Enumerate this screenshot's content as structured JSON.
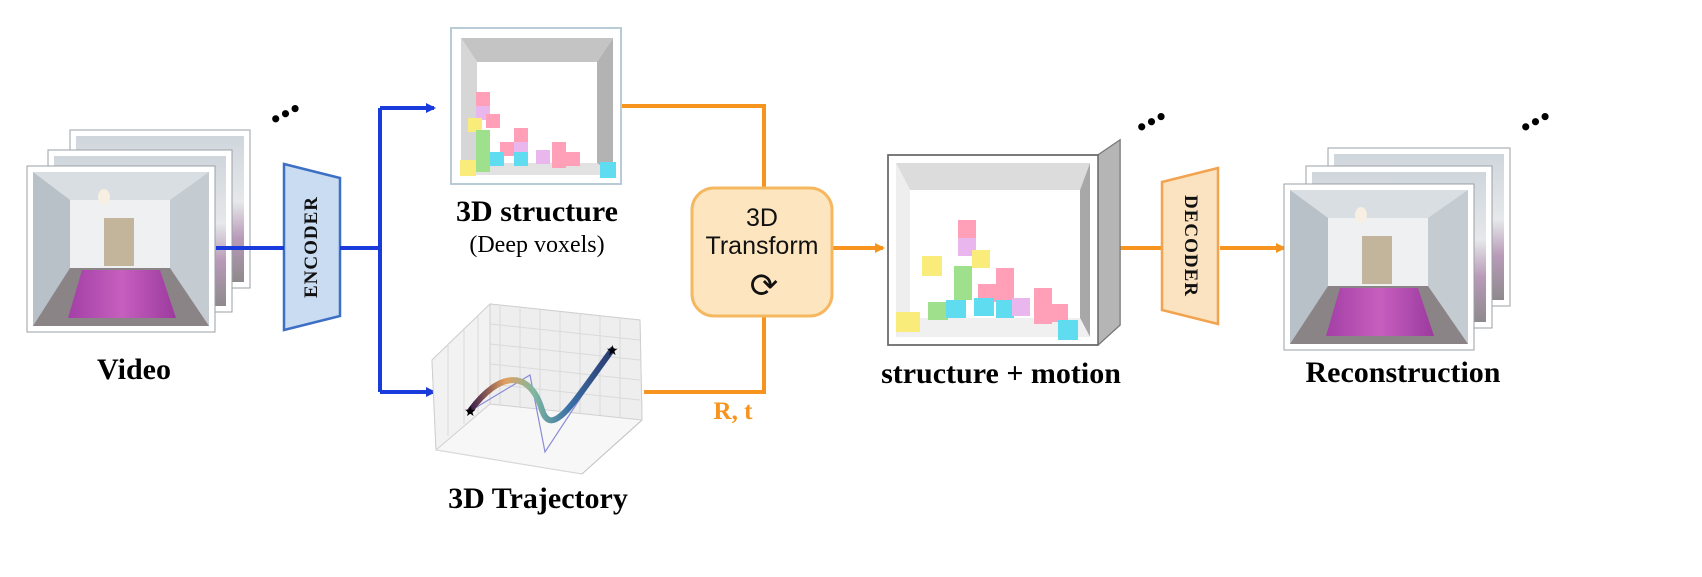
{
  "labels": {
    "video": "Video",
    "structure_title": "3D structure",
    "structure_sub": "(Deep voxels)",
    "trajectory": "3D Trajectory",
    "transform_line1": "3D",
    "transform_line2": "Transform",
    "transform_symbol": "⟳",
    "rt": "R, t",
    "structure_motion": "structure + motion",
    "reconstruction": "Reconstruction",
    "encoder": "ENCODER",
    "decoder": "DECODER",
    "ellipsis": "..."
  },
  "colors": {
    "encoder_arrows": "#1a3bdc",
    "pipeline_arrows": "#f7941d",
    "encoder_fill": "#c9dcf2",
    "encoder_stroke": "#3d6fc4",
    "decoder_fill": "#fbe3c2",
    "decoder_stroke": "#f2a34f",
    "transform_fill": "#fde6bf",
    "transform_stroke": "#f5b860",
    "rt_text": "#f7941d",
    "voxel_colors": [
      "#ff9fb8",
      "#e9b7ee",
      "#f9ec7a",
      "#9fe08d",
      "#5fdcf0"
    ]
  },
  "icons": [
    "voxel-room-icon",
    "trajectory-plot-icon",
    "video-frame-icon",
    "rotate-icon"
  ]
}
